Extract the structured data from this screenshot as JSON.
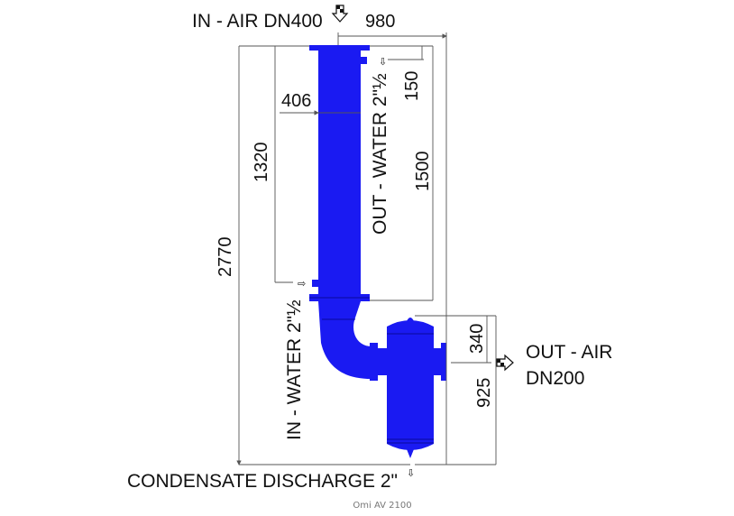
{
  "labels": {
    "in_air": "IN - AIR DN400",
    "out_water": "OUT - WATER 2\"½",
    "in_water": "IN - WATER 2\"½",
    "out_air_1": "OUT - AIR",
    "out_air_2": "DN200",
    "condensate": "CONDENSATE DISCHARGE 2\""
  },
  "dimensions": {
    "width_total": "980",
    "top_nozzle": "150",
    "diameter": "406",
    "column_water": "1320",
    "column_height": "1500",
    "total_height": "2770",
    "outlet_offset": "340",
    "vessel_height": "925"
  },
  "caption": "Omi AV 2100",
  "colors": {
    "body": "#1a1af2"
  }
}
